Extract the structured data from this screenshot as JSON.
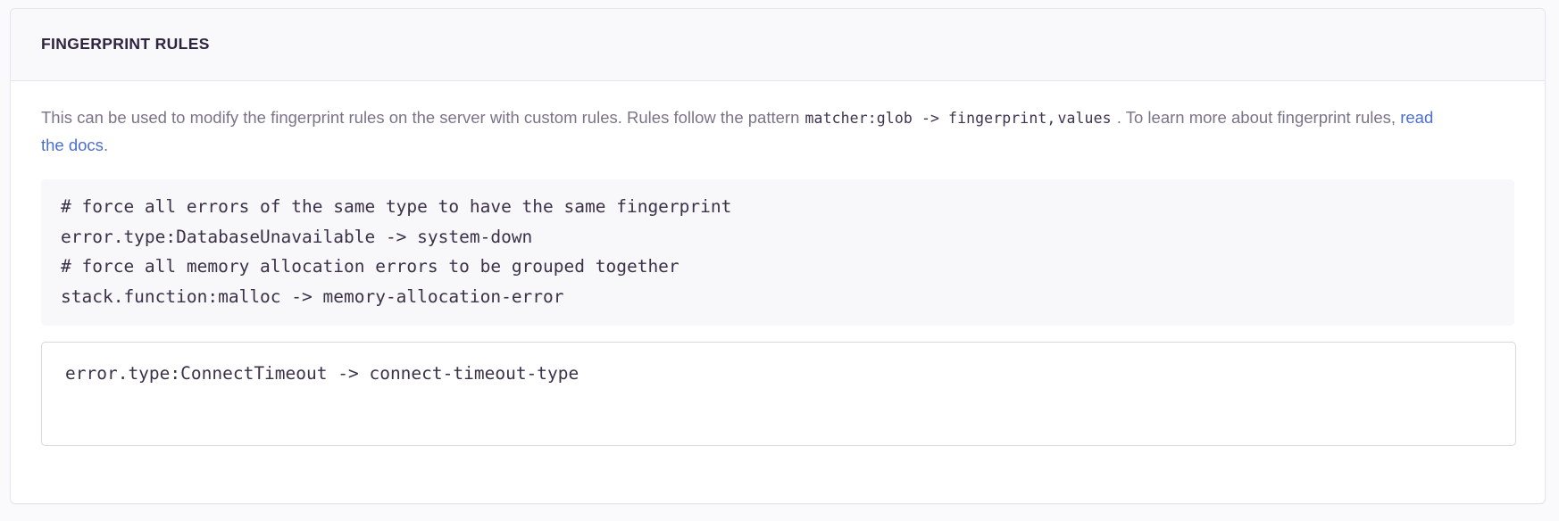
{
  "panel": {
    "title": "FINGERPRINT RULES",
    "description": {
      "part1": "This can be used to modify the fingerprint rules on the server with custom rules. Rules follow the pattern ",
      "code1": "matcher:glob -> fingerprint,",
      "code2": "values",
      "part2": " . To learn more about fingerprint rules, ",
      "link_label": "read the docs",
      "part3": "."
    },
    "example_code": {
      "lines": [
        "# force all errors of the same type to have the same fingerprint",
        "error.type:DatabaseUnavailable -> system-down",
        "# force all memory allocation errors to be grouped together",
        "stack.function:malloc -> memory-allocation-error"
      ]
    },
    "rules_input": {
      "value": "error.type:ConnectTimeout -> connect-timeout-type",
      "placeholder": ""
    }
  },
  "colors": {
    "page_background": "#faf9fb",
    "panel_background": "#ffffff",
    "panel_header_background": "#f9f9fb",
    "border": "#e6e4ec",
    "title_text": "#2f2440",
    "body_text": "#7b7488",
    "code_text": "#3b3148",
    "code_block_background": "#f8f8fa",
    "link": "#4c6fcf",
    "input_border": "#d9d6e2"
  }
}
